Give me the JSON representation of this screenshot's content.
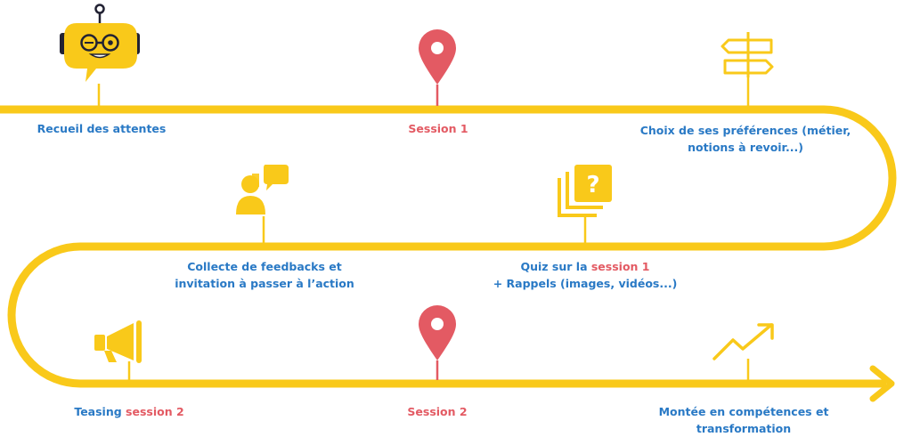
{
  "colors": {
    "track": "#f9c91a",
    "pin": "#e35a63",
    "label_blue": "#2979c5",
    "label_red": "#e35a63"
  },
  "milestones": {
    "recueil": {
      "icon": "chatbot-robot-icon",
      "label": "Recueil des attentes"
    },
    "session1": {
      "icon": "map-pin-icon",
      "label": "Session 1"
    },
    "choix": {
      "icon": "signpost-icon",
      "line1": "Choix de ses préférences (métier,",
      "line2": "notions à revoir...)"
    },
    "feedback": {
      "icon": "person-speech-bubble-icon",
      "line1": "Collecte de feedbacks et",
      "line2": "invitation à passer à l’action"
    },
    "quiz": {
      "icon": "quiz-question-cards-icon",
      "line1_prefix": "Quiz sur la ",
      "line1_highlight": "session 1",
      "line2": "+ Rappels (images, vidéos...)"
    },
    "teasing": {
      "icon": "megaphone-icon",
      "label_prefix": "Teasing ",
      "label_highlight": "session 2"
    },
    "session2": {
      "icon": "map-pin-icon",
      "label": "Session 2"
    },
    "montee": {
      "icon": "trending-up-arrow-icon",
      "line1": "Montée en compétences et",
      "line2": "transformation"
    }
  }
}
